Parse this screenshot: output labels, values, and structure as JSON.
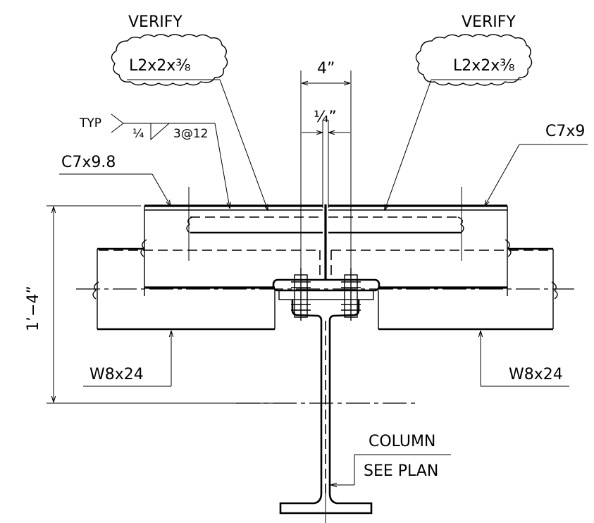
{
  "labels": {
    "verify_left": "VERIFY",
    "verify_right": "VERIFY",
    "angle_left": "L2x2x⅜",
    "angle_right": "L2x2x⅜",
    "dim_4in": "4”",
    "dim_quarter": "¼”",
    "weld_typ": "TYP",
    "weld_size": "¼",
    "weld_pitch": "3@12",
    "channel_left": "C7x9.8",
    "channel_right": "C7x9",
    "dim_height": "1’−4”",
    "beam_left": "W8x24",
    "beam_right": "W8x24",
    "column": "COLUMN",
    "see_plan": "SEE PLAN"
  }
}
